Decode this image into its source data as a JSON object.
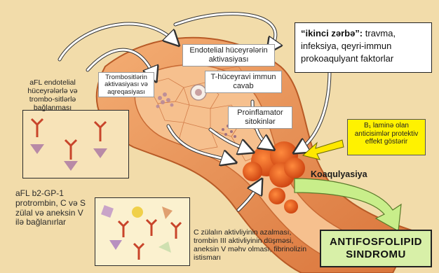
{
  "labels": {
    "afl_binding": "aFL endotelial hüceyrələrlə və trombo-sitlərlə bağlanması",
    "platelet_activation": "Trombositlərin aktivasiyası və aqreqasiyası",
    "endothelial_activation": "Endotelial hüceyrələrin aktivasiyası",
    "tcell": "T-hüceyravi immun cavab",
    "proinflammatory": "Proinflamator sitokinlər",
    "second_hit_bold": "“ikinci zərbə”:",
    "second_hit_rest": " travma, infeksiya, qeyri-immun prokoaqulyant faktorlar",
    "b1_antibodies": "B₁ laminə olan anticisimlər protektiv effekt göstərir",
    "coagulation": "Koaqulyasiya",
    "b2gp_binding": "aFL b2-GP-1 protrombin, C və S zülal və aneksin V ilə bağlanırlar",
    "protein_c": "C zülalın aktivliyinin azalması, trombin III aktivliyinin düşməsi, aneksin V məhv olması, fibrinolizin istismarı",
    "syndrome": "ANTIFOSFOLIPID SINDROMU"
  },
  "colors": {
    "background": "#f2dcaa",
    "vessel": "#e48a4c",
    "vessel_inner": "#f4b37c",
    "clot": "#e0541a",
    "syndrome_box": "#d8f0a8",
    "yellow_box": "#fff200",
    "green_arrow": "#c8ee8a",
    "yellow_arrow": "#ffe800"
  }
}
